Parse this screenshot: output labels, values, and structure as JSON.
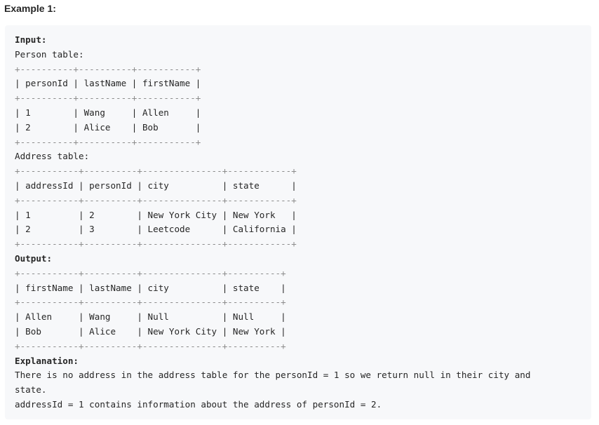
{
  "heading": "Example 1:",
  "lines": [
    {
      "text": "Input:",
      "style": "bold"
    },
    {
      "text": "Person table:",
      "style": "normal"
    },
    {
      "text": "+----------+----------+-----------+",
      "style": "border"
    },
    {
      "text": "| personId | lastName | firstName |",
      "style": "normal"
    },
    {
      "text": "+----------+----------+-----------+",
      "style": "border"
    },
    {
      "text": "| 1        | Wang     | Allen     |",
      "style": "normal"
    },
    {
      "text": "| 2        | Alice    | Bob       |",
      "style": "normal"
    },
    {
      "text": "+----------+----------+-----------+",
      "style": "border"
    },
    {
      "text": "Address table:",
      "style": "normal"
    },
    {
      "text": "+-----------+----------+---------------+------------+",
      "style": "border"
    },
    {
      "text": "| addressId | personId | city          | state      |",
      "style": "normal"
    },
    {
      "text": "+-----------+----------+---------------+------------+",
      "style": "border"
    },
    {
      "text": "| 1         | 2        | New York City | New York   |",
      "style": "normal"
    },
    {
      "text": "| 2         | 3        | Leetcode      | California |",
      "style": "normal"
    },
    {
      "text": "+-----------+----------+---------------+------------+",
      "style": "border"
    },
    {
      "text": "Output:",
      "style": "bold"
    },
    {
      "text": "+-----------+----------+---------------+----------+",
      "style": "border"
    },
    {
      "text": "| firstName | lastName | city          | state    |",
      "style": "normal"
    },
    {
      "text": "+-----------+----------+---------------+----------+",
      "style": "border"
    },
    {
      "text": "| Allen     | Wang     | Null          | Null     |",
      "style": "normal"
    },
    {
      "text": "| Bob       | Alice    | New York City | New York |",
      "style": "normal"
    },
    {
      "text": "+-----------+----------+---------------+----------+",
      "style": "border"
    },
    {
      "text": "Explanation:",
      "style": "bold"
    },
    {
      "text": "There is no address in the address table for the personId = 1 so we return null in their city and",
      "style": "normal"
    },
    {
      "text": "state.",
      "style": "normal"
    },
    {
      "text": "addressId = 1 contains information about the address of personId = 2.",
      "style": "normal"
    }
  ]
}
